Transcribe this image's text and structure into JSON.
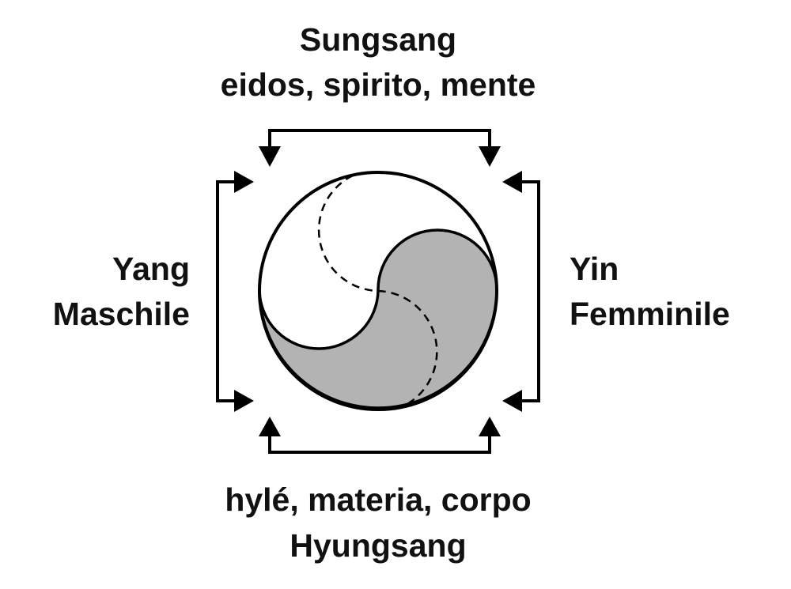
{
  "top": {
    "title": "Sungsang",
    "subtitle": "eidos, spirito, mente"
  },
  "left": {
    "title": "Yang",
    "subtitle": "Maschile"
  },
  "right": {
    "title": "Yin",
    "subtitle": "Femminile"
  },
  "bottom": {
    "subtitle": "hylé, materia, corpo",
    "title": "Hyungsang"
  },
  "colors": {
    "shade": "#b3b3b3",
    "stroke": "#000000"
  }
}
